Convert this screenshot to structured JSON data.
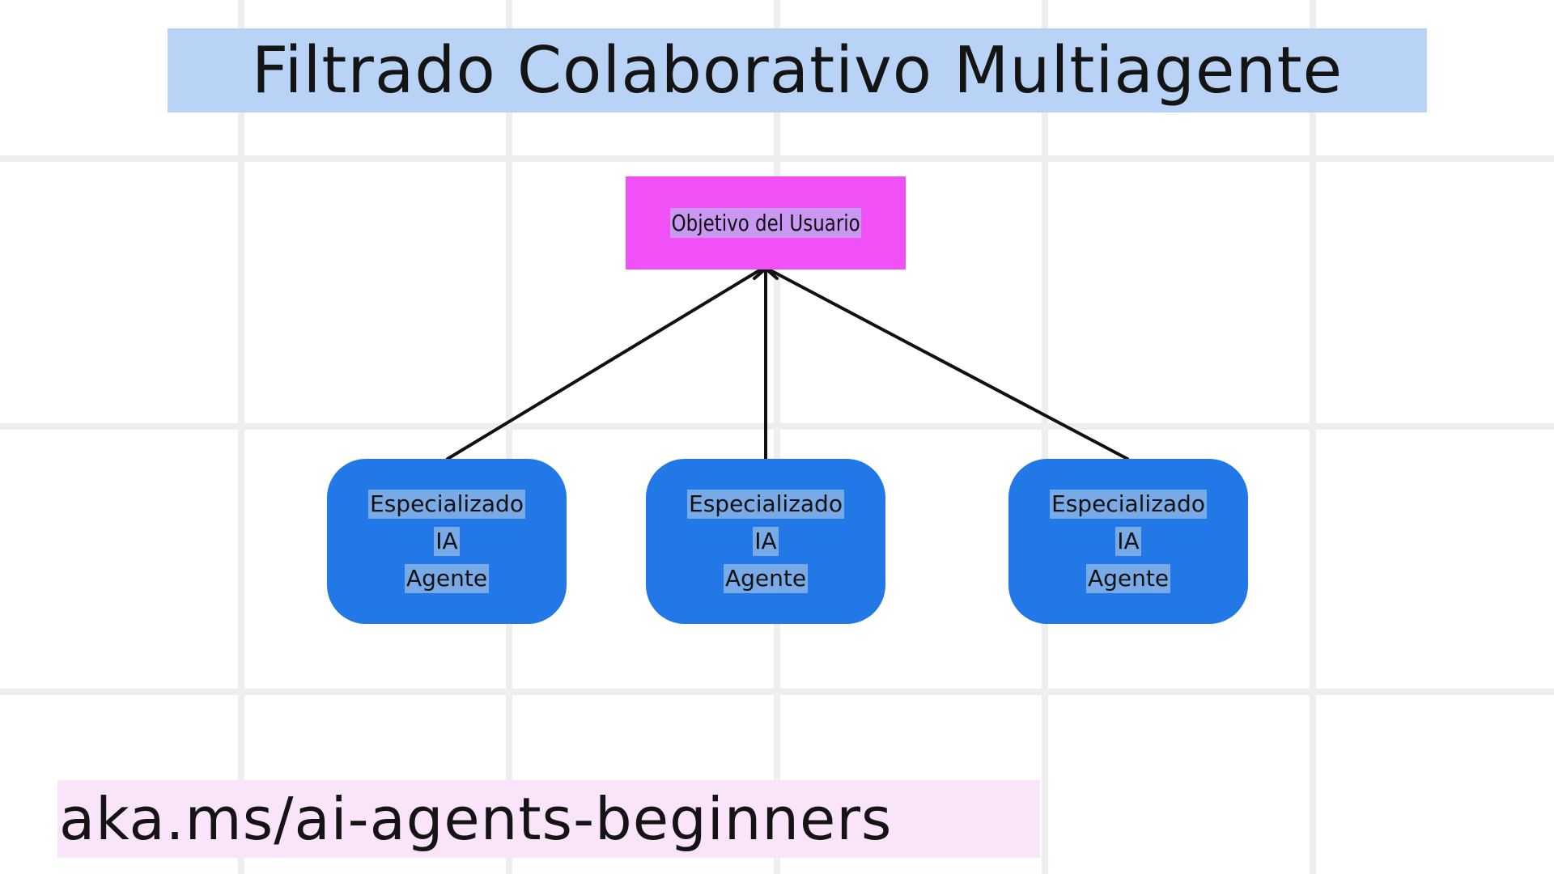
{
  "title": "Filtrado Colaborativo Multiagente",
  "goal": {
    "label": "Objetivo del Usuario"
  },
  "agents": [
    {
      "line1": "Especializado",
      "line2": "IA",
      "line3": "Agente"
    },
    {
      "line1": "Especializado",
      "line2": "IA",
      "line3": "Agente"
    },
    {
      "line1": "Especializado",
      "line2": "IA",
      "line3": "Agente"
    }
  ],
  "footer": {
    "link_text": "aka.ms/ai-agents-beginners"
  },
  "colors": {
    "title_highlight": "#b8d3f5",
    "goal_box": "#f050f5",
    "agent_box": "#2278e6",
    "footer_highlight": "#f9e4f9",
    "grid_lines": "#eeeeee",
    "arrows": "#111111"
  }
}
